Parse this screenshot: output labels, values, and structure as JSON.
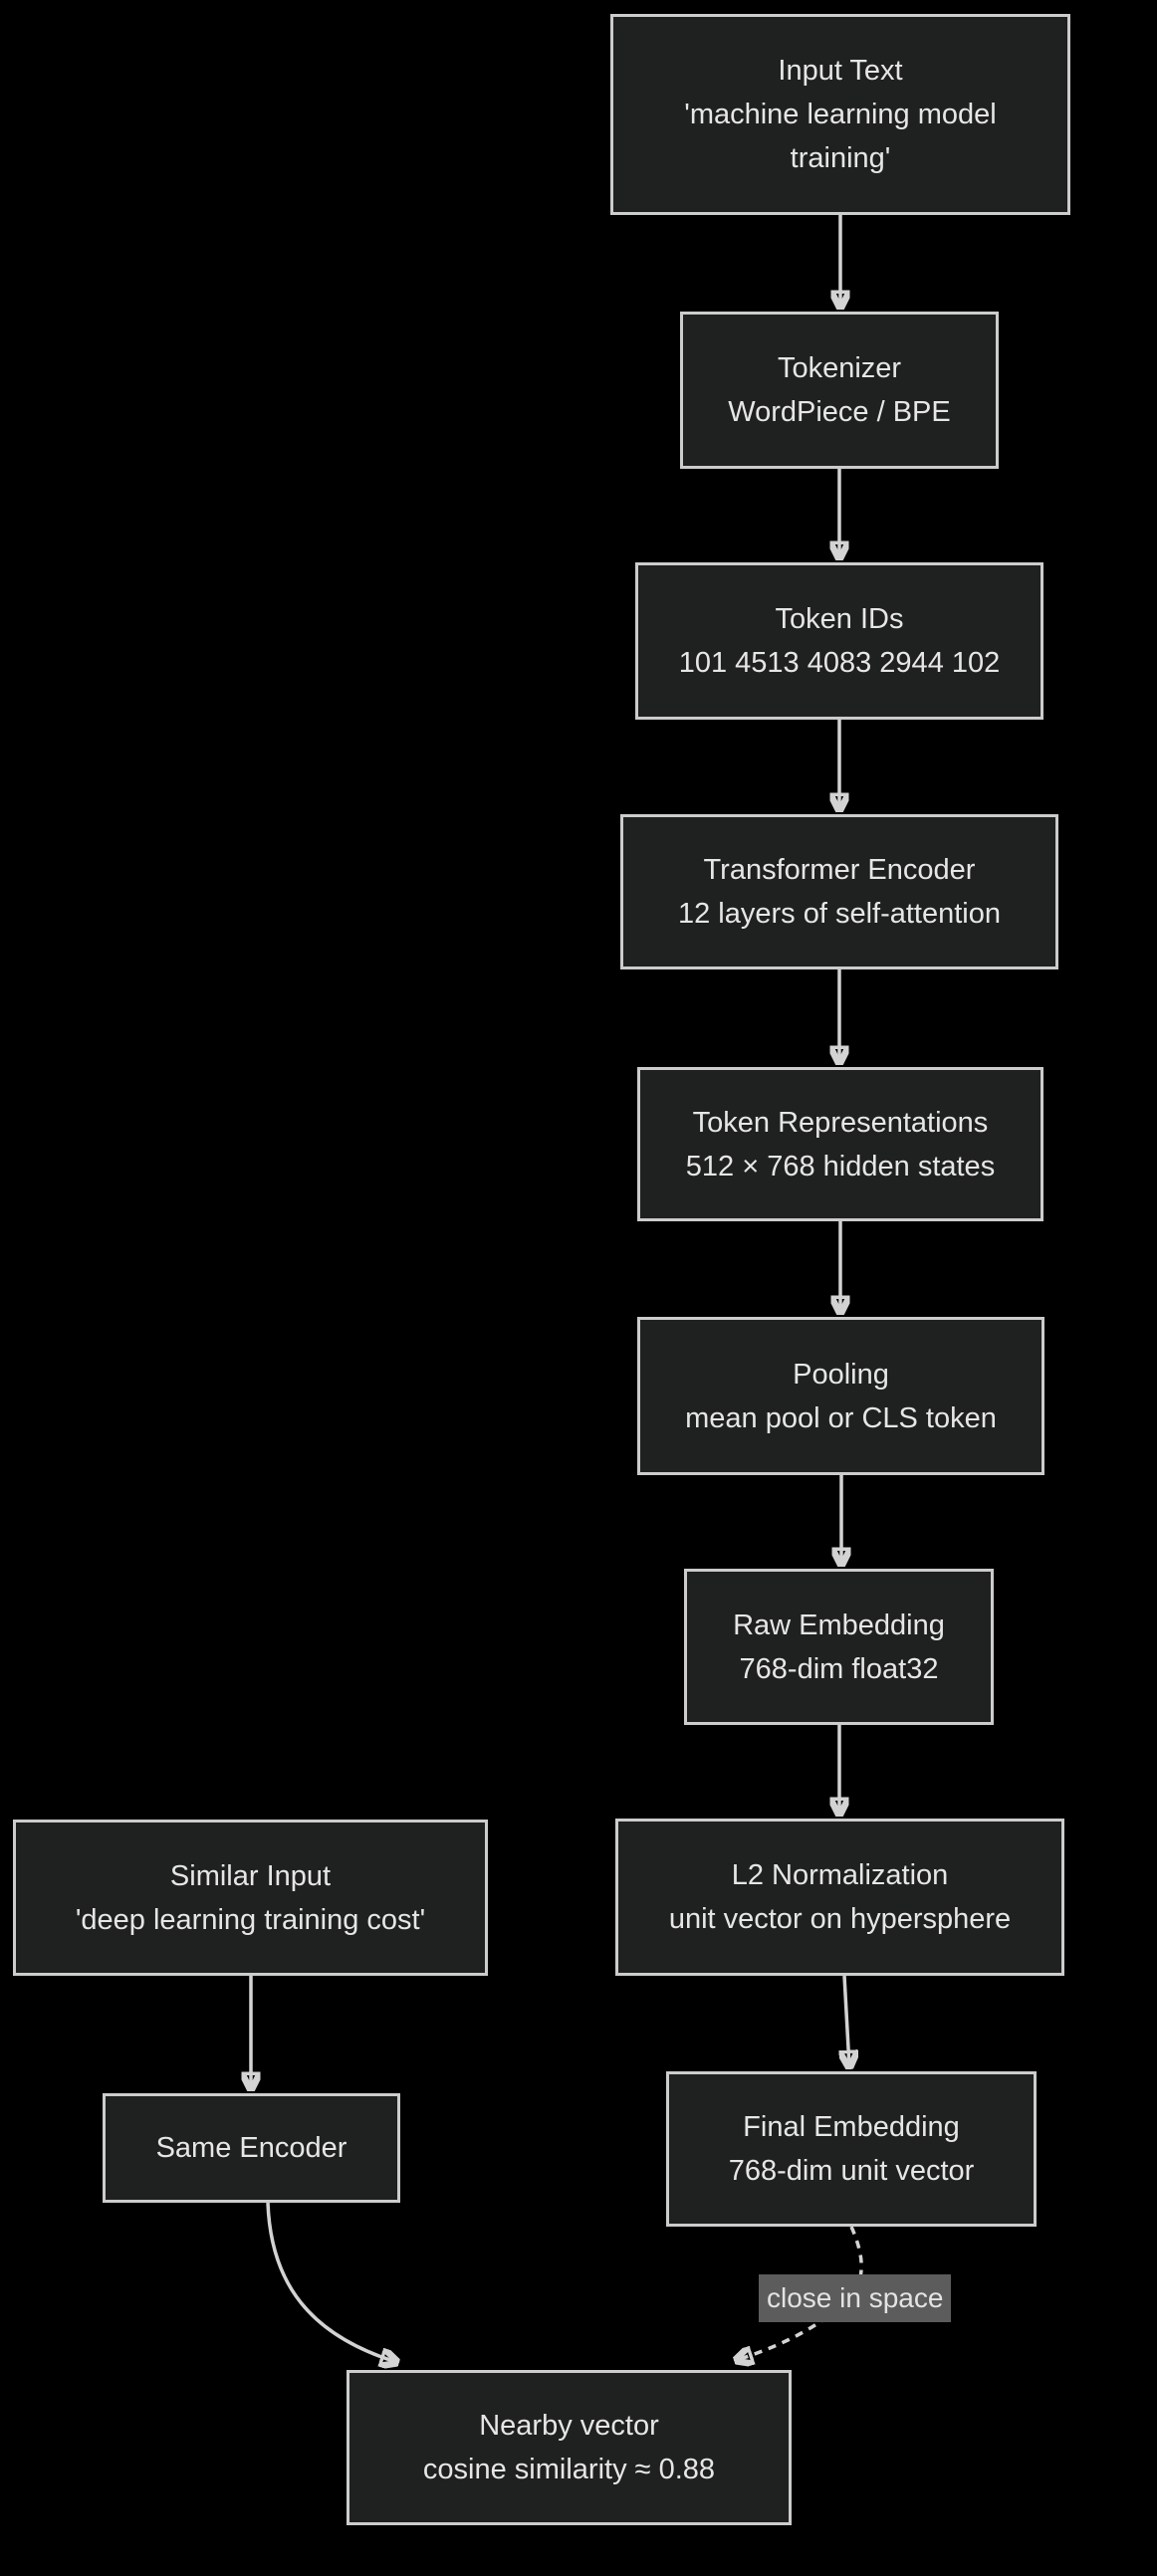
{
  "diagram": {
    "background": "#000000",
    "node_fill": "#1f2020",
    "node_border_color": "#cccccc",
    "node_text_color": "#e6e6e6",
    "edge_color": "#d3d3d3",
    "nodes": [
      {
        "id": "input-text",
        "lines": [
          "Input Text",
          "'machine learning model",
          "training'"
        ]
      },
      {
        "id": "tokenizer",
        "lines": [
          "Tokenizer",
          "WordPiece / BPE"
        ]
      },
      {
        "id": "token-ids",
        "lines": [
          "Token IDs",
          "101 4513 4083 2944 102"
        ]
      },
      {
        "id": "transformer-encoder",
        "lines": [
          "Transformer Encoder",
          "12 layers of self-attention"
        ]
      },
      {
        "id": "token-representations",
        "lines": [
          "Token Representations",
          "512 × 768 hidden states"
        ]
      },
      {
        "id": "pooling",
        "lines": [
          "Pooling",
          "mean pool or CLS token"
        ]
      },
      {
        "id": "raw-embedding",
        "lines": [
          "Raw Embedding",
          "768-dim float32"
        ]
      },
      {
        "id": "l2-normalization",
        "lines": [
          "L2 Normalization",
          "unit vector on hypersphere"
        ]
      },
      {
        "id": "similar-input",
        "lines": [
          "Similar Input",
          "'deep learning training cost'"
        ]
      },
      {
        "id": "same-encoder",
        "lines": [
          "Same Encoder"
        ]
      },
      {
        "id": "final-embedding",
        "lines": [
          "Final Embedding",
          "768-dim unit vector"
        ]
      },
      {
        "id": "nearby-vector",
        "lines": [
          "Nearby vector",
          "cosine similarity ≈ 0.88"
        ]
      }
    ],
    "edge_label": {
      "text": "close in space",
      "background": "#5c5c5c",
      "text_color": "#e3e3e3"
    }
  }
}
